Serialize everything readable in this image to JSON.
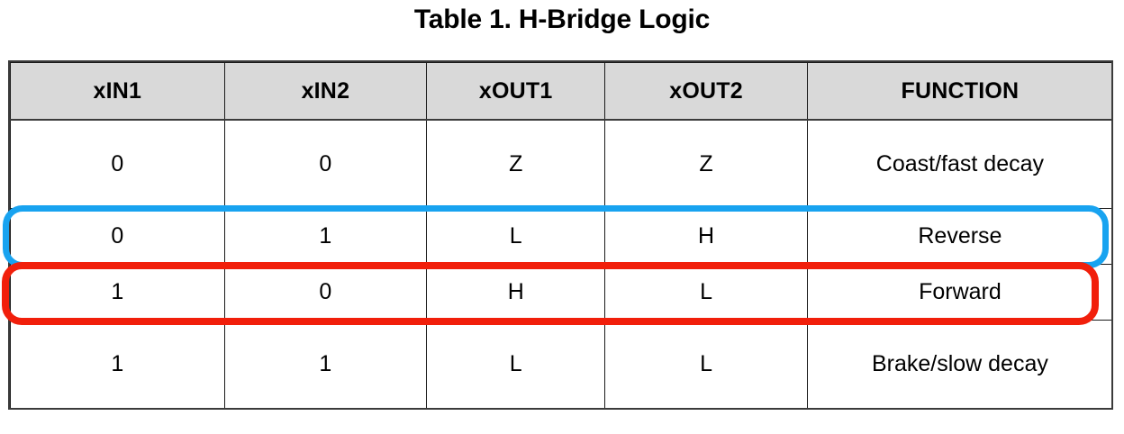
{
  "title": "Table 1. H-Bridge Logic",
  "table": {
    "columns": [
      "xIN1",
      "xIN2",
      "xOUT1",
      "xOUT2",
      "FUNCTION"
    ],
    "rows": [
      {
        "xIN1": "0",
        "xIN2": "0",
        "xOUT1": "Z",
        "xOUT2": "Z",
        "function": "Coast/fast decay"
      },
      {
        "xIN1": "0",
        "xIN2": "1",
        "xOUT1": "L",
        "xOUT2": "H",
        "function": "Reverse"
      },
      {
        "xIN1": "1",
        "xIN2": "0",
        "xOUT1": "H",
        "xOUT2": "L",
        "function": "Forward"
      },
      {
        "xIN1": "1",
        "xIN2": "1",
        "xOUT1": "L",
        "xOUT2": "L",
        "function": "Brake/slow decay"
      }
    ]
  },
  "annotations": {
    "reverse_highlight": {
      "label": "Reverse row highlight",
      "color": "#18a3f0",
      "target_row": "Reverse"
    },
    "forward_highlight": {
      "label": "Forward row highlight",
      "color": "#f11f0b",
      "target_row": "Forward"
    }
  },
  "colors": {
    "header_background": "#d9d9d9",
    "border": "#3b3b3b",
    "page_background": "#ffffff",
    "text": "#000000"
  }
}
